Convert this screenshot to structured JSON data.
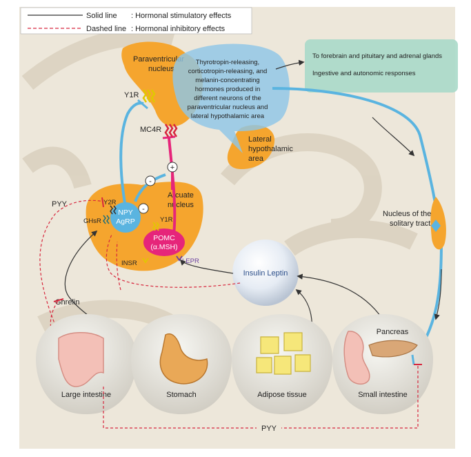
{
  "legend": {
    "solid_name": "Solid line",
    "solid_desc": ": Hormonal stimulatory effects",
    "dashed_name": "Dashed line",
    "dashed_desc": ": Hormonal inhibitory effects"
  },
  "brain": {
    "paraventricular": "Paraventricular nucleus",
    "hormones_text": [
      "Thyrotropin-releasing,",
      "corticotropin-releasing, and",
      "melanin-concentrating",
      "hormones produced in",
      "different neurons of the",
      "paraventricular nucleus and",
      "lateral hypothalamic area"
    ],
    "lateral": "Lateral hypothalamic area",
    "arcuate": "Arcuate nucleus",
    "solitary": "Nucleus of the solitary tract",
    "outputs": [
      "To forebrain and pituitary and adrenal glands",
      "Ingestive and autonomic responses"
    ]
  },
  "receptors": {
    "y1r_top": "Y1R",
    "mc4r": "MC4R",
    "y2r": "Y2R",
    "ghsr": "GHsR",
    "y1r_arc": "Y1R",
    "insr": "INSR",
    "lepr": "LEPR"
  },
  "neurons": {
    "npy": "NPY",
    "agrp": "AgRP",
    "pomc": "POMC",
    "msh": "(α.MSH)"
  },
  "signs": {
    "minus": "-",
    "plus": "+"
  },
  "hormones": {
    "pyy": "PYY",
    "pyy_bottom": "PYY",
    "ghrelin": "Ghrelin",
    "insulin_leptin": "Insulin Leptin",
    "pancreas": "Pancreas"
  },
  "organs": [
    "Large intestine",
    "Stomach",
    "Adipose tissue",
    "Small intestine"
  ],
  "colors": {
    "orange": "#f5a52e",
    "blue_arrow": "#5ab4e0",
    "magenta": "#e6257a",
    "inhibit_red": "#d7263d",
    "output_box": "#a9d9c9",
    "background": "#ede7da"
  }
}
